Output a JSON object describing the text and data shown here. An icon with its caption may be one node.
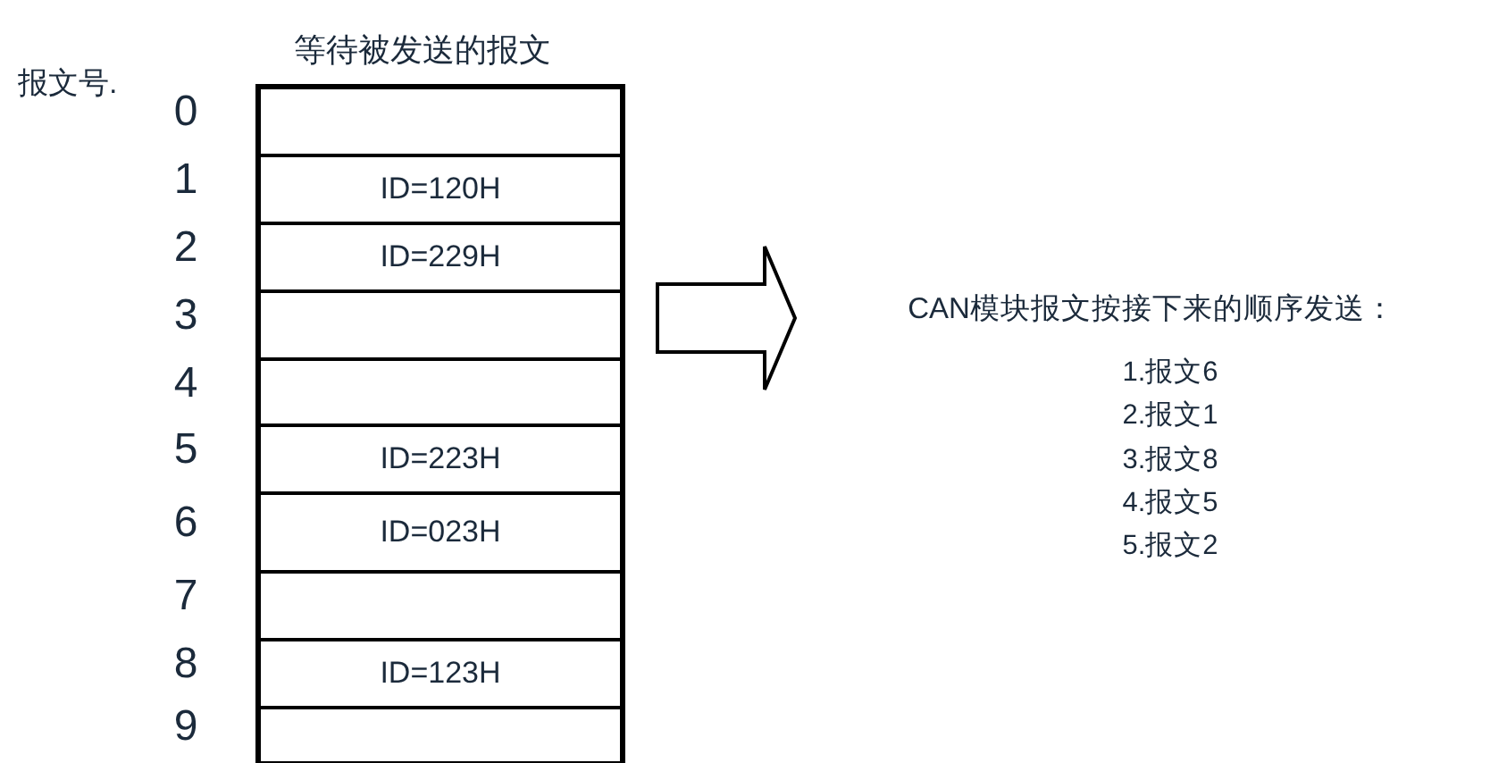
{
  "diagram": {
    "nodes": [
      {
        "text": [
          "等待被发送的报文"
        ]
      },
      {
        "text": [],
        "shape": "box",
        "in": 0
      },
      {
        "text": [
          "ID=120H"
        ],
        "in": 0
      },
      {
        "text": [
          "ID=229H"
        ],
        "in": 0
      },
      {
        "text": [],
        "shape": "box",
        "in": 0
      },
      {
        "text": [],
        "shape": "box",
        "in": 0
      },
      {
        "text": [
          "ID=223H"
        ],
        "in": 0
      },
      {
        "text": [
          "ID=023H"
        ],
        "in": 0
      },
      {
        "text": [],
        "shape": "box",
        "in": 0
      },
      {
        "text": [
          "ID=123H"
        ],
        "in": 0
      },
      {
        "text": [],
        "shape": "box",
        "in": 0
      },
      {
        "text": [
          "CAN模块报文按接下来的顺序发送：",
          "1.报文6",
          "2.报文1",
          "3.报文8",
          "4.报文5",
          "5.报文2"
        ]
      }
    ],
    "edges": [
      {
        "from": 0,
        "to": 11,
        "arrow": "to",
        "style": "thick"
      }
    ],
    "labels": [
      "报文号.",
      "0",
      "1",
      "2",
      "3",
      "4",
      "5",
      "6",
      "7",
      "8",
      "9"
    ]
  }
}
